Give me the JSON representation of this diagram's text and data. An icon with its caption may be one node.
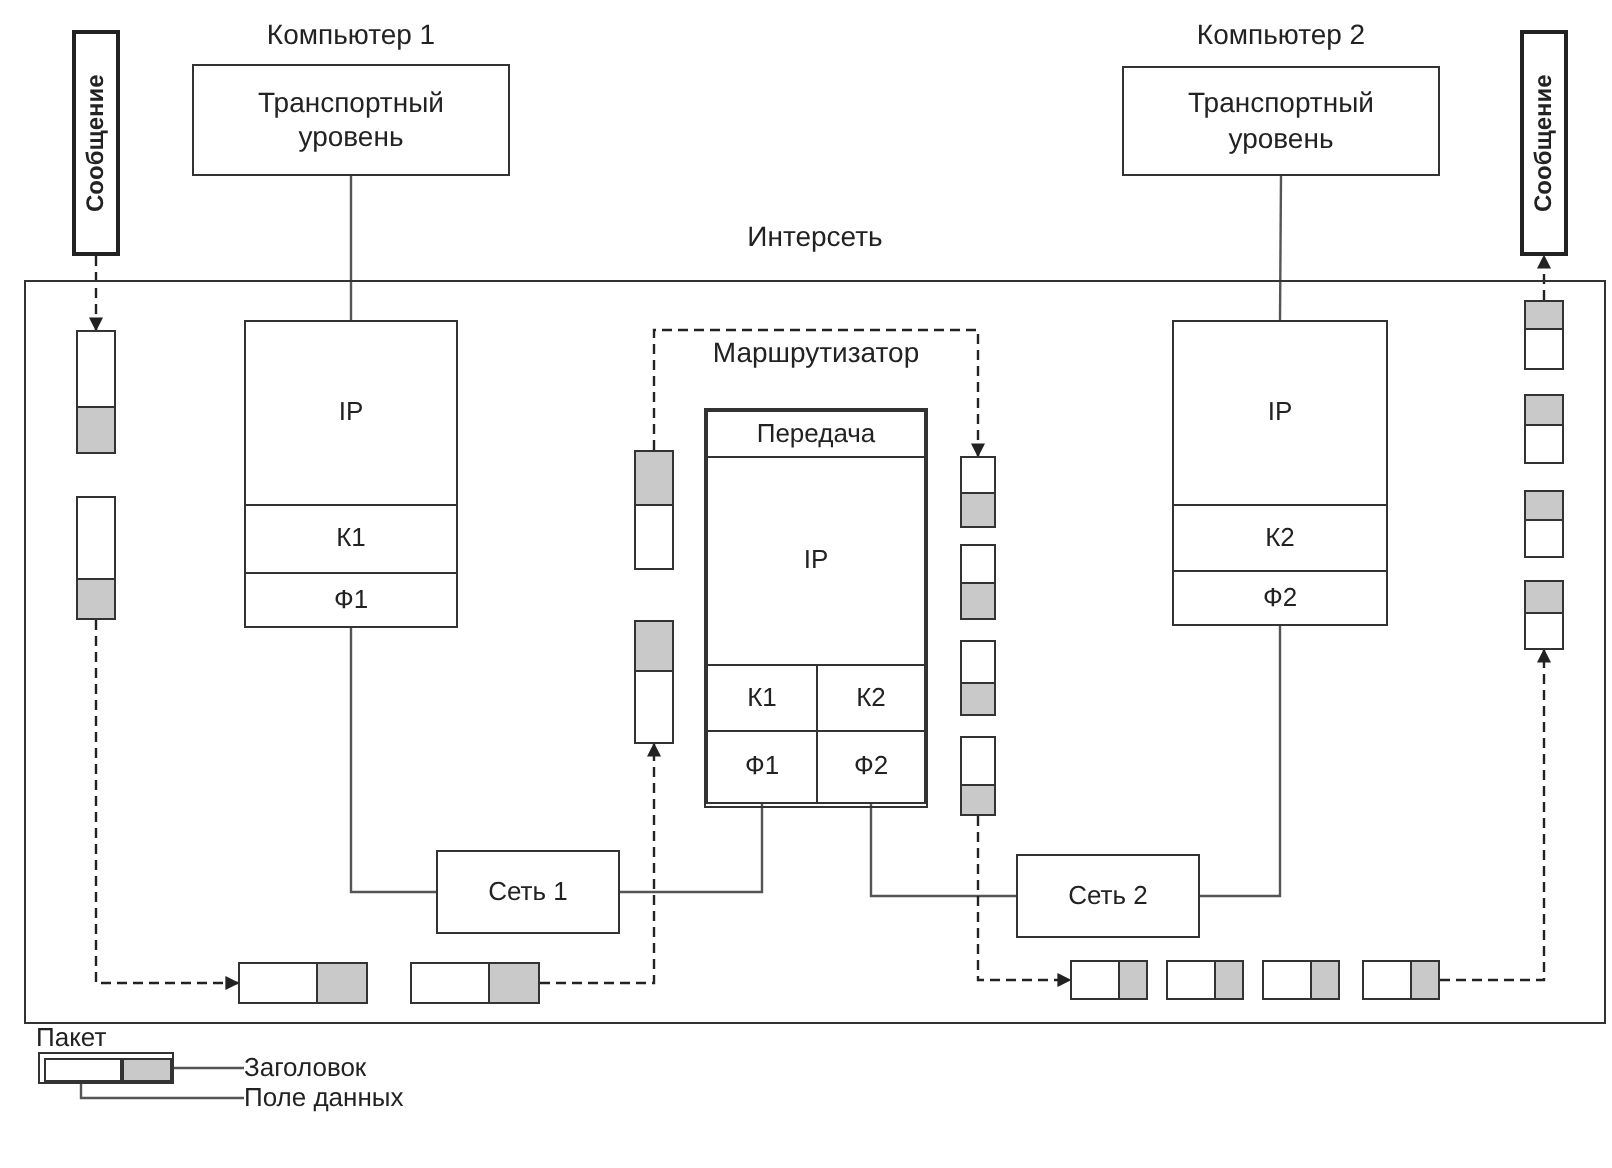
{
  "diagram": {
    "nodes": [
      {
        "text": [
          "Сообщение"
        ]
      },
      {
        "text": [
          "Компьютер 1",
          "Транспортный уровень"
        ]
      },
      {
        "text": [
          "Компьютер 2",
          "Транспортный уровень"
        ]
      },
      {
        "text": [
          "Сообщение"
        ]
      },
      {
        "text": [
          "Интерсеть"
        ]
      },
      {
        "text": [
          "IP"
        ],
        "in": 4
      },
      {
        "text": [
          "К1"
        ],
        "in": 4
      },
      {
        "text": [
          "Ф1"
        ],
        "in": 4
      },
      {
        "text": [
          "Маршрутизатор"
        ],
        "in": 4
      },
      {
        "text": [
          "Передача"
        ],
        "in": 8
      },
      {
        "text": [
          "IP"
        ],
        "in": 8
      },
      {
        "text": [
          "К1"
        ],
        "in": 8
      },
      {
        "text": [
          "К2"
        ],
        "in": 8
      },
      {
        "text": [
          "Ф1"
        ],
        "in": 8
      },
      {
        "text": [
          "Ф2"
        ],
        "in": 8
      },
      {
        "text": [
          "IP"
        ],
        "in": 4
      },
      {
        "text": [
          "К2"
        ],
        "in": 4
      },
      {
        "text": [
          "Ф2"
        ],
        "in": 4
      },
      {
        "text": [
          "Сеть 1"
        ],
        "in": 4
      },
      {
        "text": [
          "Сеть 2"
        ],
        "in": 4
      },
      {
        "text": [],
        "shape": "box",
        "in": 4
      },
      {
        "text": [],
        "shape": "box",
        "in": 4
      },
      {
        "text": [],
        "shape": "box",
        "in": 4
      },
      {
        "text": [],
        "shape": "box",
        "in": 4
      },
      {
        "text": [],
        "shape": "box",
        "in": 4
      },
      {
        "text": [],
        "shape": "box",
        "in": 4
      },
      {
        "text": [],
        "shape": "box",
        "in": 4
      },
      {
        "text": [],
        "shape": "box",
        "in": 4
      },
      {
        "text": [],
        "shape": "box",
        "in": 4
      },
      {
        "text": [],
        "shape": "box",
        "in": 4
      },
      {
        "text": [],
        "shape": "box",
        "in": 4
      },
      {
        "text": [],
        "shape": "box",
        "in": 4
      },
      {
        "text": [],
        "shape": "box",
        "in": 4
      },
      {
        "text": [],
        "shape": "box",
        "in": 4
      },
      {
        "text": [],
        "shape": "box",
        "in": 4
      },
      {
        "text": [],
        "shape": "box",
        "in": 4
      },
      {
        "text": [],
        "shape": "box",
        "in": 4
      },
      {
        "text": [],
        "shape": "box",
        "in": 4
      },
      {
        "text": [],
        "shape": "box",
        "beside": [
          "Пакет"
        ]
      },
      {
        "text": [],
        "shape": "box",
        "in": 38
      },
      {
        "text": [],
        "shape": "box",
        "in": 38
      },
      {
        "text": [
          "Заголовок"
        ]
      },
      {
        "text": [
          "Поле данных"
        ]
      }
    ],
    "edges": [
      {
        "from": 1,
        "to": 5,
        "arrow": "none"
      },
      {
        "from": 2,
        "to": 15,
        "arrow": "none"
      },
      {
        "from": 7,
        "to": 18,
        "arrow": "none"
      },
      {
        "from": 13,
        "to": 18,
        "arrow": "none"
      },
      {
        "from": 14,
        "to": 19,
        "arrow": "none"
      },
      {
        "from": 17,
        "to": 19,
        "arrow": "none"
      },
      {
        "from": 0,
        "to": 20,
        "arrow": "to",
        "style": "dashed"
      },
      {
        "from": 21,
        "to": 32,
        "arrow": "to",
        "style": "dashed"
      },
      {
        "from": 33,
        "to": 23,
        "arrow": "to",
        "style": "dashed"
      },
      {
        "from": 22,
        "to": 24,
        "arrow": "to",
        "style": "dashed"
      },
      {
        "from": 27,
        "to": 34,
        "arrow": "to",
        "style": "dashed"
      },
      {
        "from": 37,
        "to": 31,
        "arrow": "to",
        "style": "dashed"
      },
      {
        "from": 28,
        "to": 3,
        "arrow": "to",
        "style": "dashed"
      },
      {
        "from": 41,
        "to": 40,
        "arrow": "none"
      },
      {
        "from": 42,
        "to": 39,
        "arrow": "none"
      }
    ]
  }
}
